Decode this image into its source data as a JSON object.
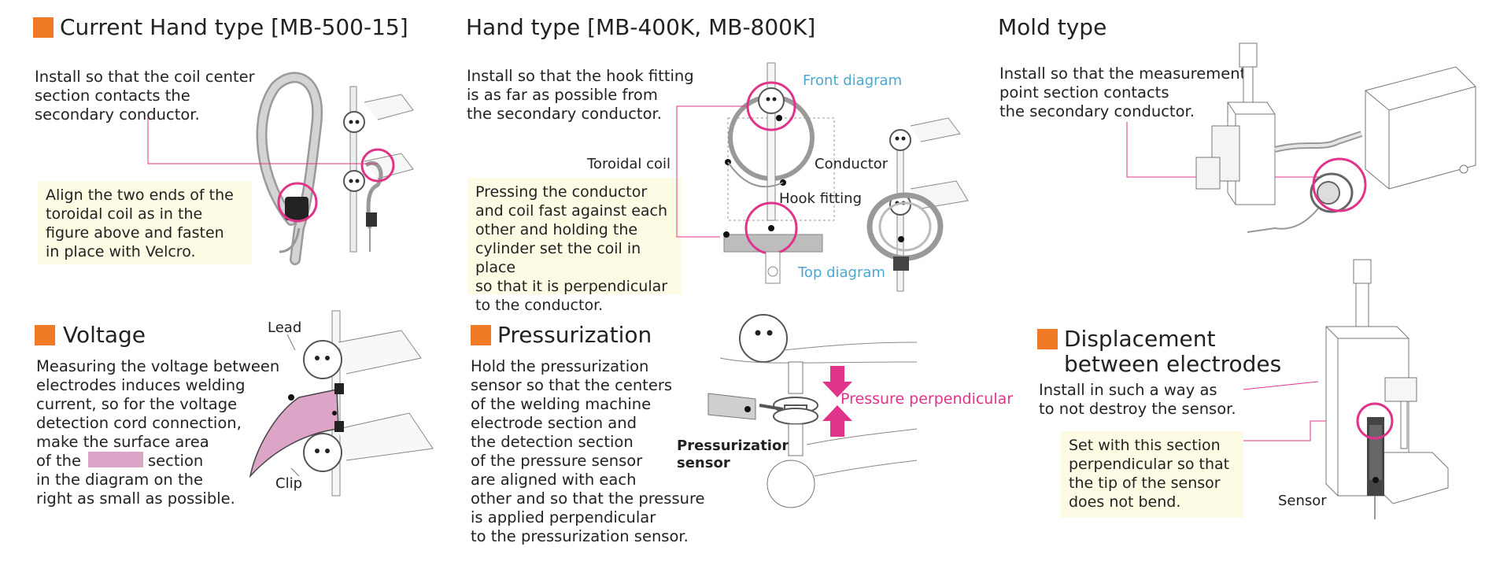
{
  "colors": {
    "accent_square": "#f07a25",
    "highlight_circle": "#e0338a",
    "note_bg": "#fdfbe3",
    "diagram_label_blue": "#4ba8d0",
    "surface_pink": "#dca5c8"
  },
  "current_hand": {
    "title": "Current Hand type [MB-500-15]",
    "instruction": "Install so that the coil center\nsection contacts the\nsecondary conductor.",
    "note": "Align the two ends of the\ntoroidal coil as in the\nfigure above and fasten\nin place with Velcro."
  },
  "hand_type": {
    "title": "Hand type [MB-400K, MB-800K]",
    "instruction": "Install so that the hook fitting\nis as far as possible from\nthe secondary conductor.",
    "note": "Pressing the conductor\nand coil fast against each\nother and holding the\ncylinder set the coil in place\nso that it is perpendicular\nto the conductor.",
    "label_front": "Front diagram",
    "label_top": "Top diagram",
    "label_toroidal": "Toroidal coil",
    "label_conductor": "Conductor",
    "label_hook": "Hook fitting"
  },
  "mold_type": {
    "title": "Mold type",
    "instruction": "Install so that the measurement\npoint section contacts\nthe secondary conductor."
  },
  "voltage": {
    "title": "Voltage",
    "text_before": "Measuring the voltage between\nelectrodes induces welding\ncurrent, so for the voltage\ndetection cord connection,\nmake the surface area\nof the",
    "text_section": "section",
    "text_after": "in the diagram on the\nright as small as possible.",
    "label_lead": "Lead",
    "label_clip": "Clip"
  },
  "pressurization": {
    "title": "Pressurization",
    "instruction": "Hold the pressurization\nsensor so that the centers\nof the welding machine\nelectrode section and\nthe detection section\nof the pressure sensor\nare aligned with each\nother and so that the pressure\nis applied perpendicular\nto the pressurization sensor.",
    "label_sensor": "Pressurization\nsensor",
    "label_perpendicular": "Pressure perpendicular"
  },
  "displacement": {
    "title_line1": "Displacement",
    "title_line2": "between electrodes",
    "instruction": "Install in such a way as\nto not destroy the sensor.",
    "note": "Set with this section\nperpendicular so that\nthe tip of the sensor\ndoes not bend.",
    "label_sensor": "Sensor"
  }
}
